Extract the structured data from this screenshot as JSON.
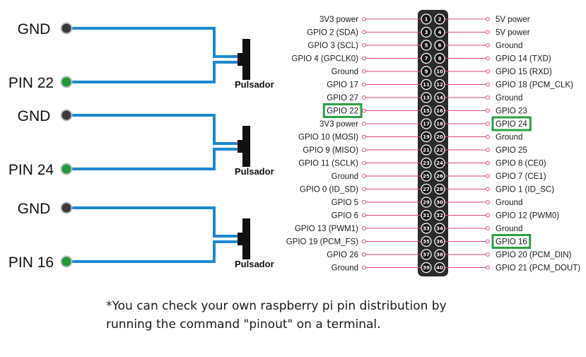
{
  "colors": {
    "wire": "#1e88d0",
    "pin_line": "#e0457f",
    "header_body": "#2a2a2a",
    "highlight": "#2ea043",
    "gpio_dot": "#1f9a3a",
    "gnd_dot": "#3a3a3a"
  },
  "circuits": [
    {
      "gnd_label": "GND",
      "pin_label": "PIN 22",
      "button_label": "Pulsador"
    },
    {
      "gnd_label": "GND",
      "pin_label": "PIN 24",
      "button_label": "Pulsador"
    },
    {
      "gnd_label": "GND",
      "pin_label": "PIN 16",
      "button_label": "Pulsador"
    }
  ],
  "header": {
    "left_labels": [
      "3V3 power",
      "GPIO 2 (SDA)",
      "GPIO 3 (SCL)",
      "GPIO 4 (GPCLK0)",
      "Ground",
      "GPIO 17",
      "GPIO 27",
      "GPIO 22",
      "3V3 power",
      "GPIO 10 (MOSI)",
      "GPIO 9 (MISO)",
      "GPIO 11 (SCLK)",
      "Ground",
      "GPIO 0 (ID_SD)",
      "GPIO 5",
      "GPIO 6",
      "GPIO 13 (PWM1)",
      "GPIO 19 (PCM_FS)",
      "GPIO 26",
      "Ground"
    ],
    "right_labels": [
      "5V power",
      "5V power",
      "Ground",
      "GPIO 14 (TXD)",
      "GPIO 15 (RXD)",
      "GPIO 18 (PCM_CLK)",
      "Ground",
      "GPIO 23",
      "GPIO 24",
      "Ground",
      "GPIO 25",
      "GPIO 8 (CE0)",
      "GPIO 7 (CE1)",
      "GPIO 1 (ID_SC)",
      "Ground",
      "GPIO 12 (PWM0)",
      "Ground",
      "GPIO 16",
      "GPIO 20 (PCM_DIN)",
      "GPIO 21 (PCM_DOUT)"
    ],
    "pin_numbers_left": [
      "1",
      "3",
      "5",
      "7",
      "9",
      "11",
      "13",
      "15",
      "17",
      "19",
      "21",
      "23",
      "25",
      "27",
      "29",
      "31",
      "33",
      "35",
      "37",
      "39"
    ],
    "pin_numbers_right": [
      "2",
      "4",
      "6",
      "8",
      "10",
      "12",
      "14",
      "16",
      "18",
      "20",
      "22",
      "24",
      "26",
      "28",
      "30",
      "32",
      "34",
      "36",
      "38",
      "40"
    ],
    "highlighted": [
      "GPIO 22",
      "GPIO 24",
      "GPIO 16"
    ]
  },
  "note": {
    "line1": "*You can check your own raspberry pi pin distribution by",
    "line2": "running the command \"pinout\" on a terminal."
  }
}
